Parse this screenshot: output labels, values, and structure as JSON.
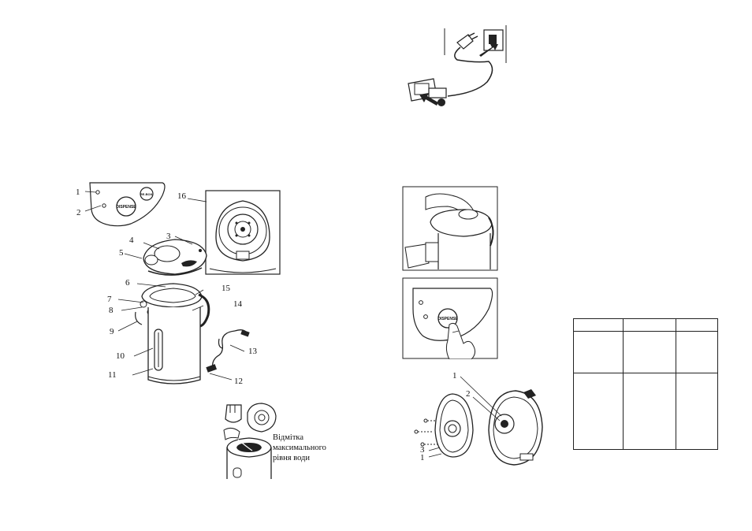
{
  "control_panel": {
    "dispense_label": "DISPENSE",
    "reboil_label": "RE-BOIL"
  },
  "part_labels": [
    "1",
    "2",
    "3",
    "4",
    "5",
    "6",
    "7",
    "8",
    "9",
    "10",
    "11",
    "12",
    "13",
    "14",
    "15",
    "16"
  ],
  "lid_labels": [
    "1",
    "2",
    "3",
    "1"
  ],
  "water_level_caption": [
    "Відмітка",
    "максимального",
    "рівня води"
  ],
  "table": {
    "rows": 3,
    "cols": 3
  }
}
